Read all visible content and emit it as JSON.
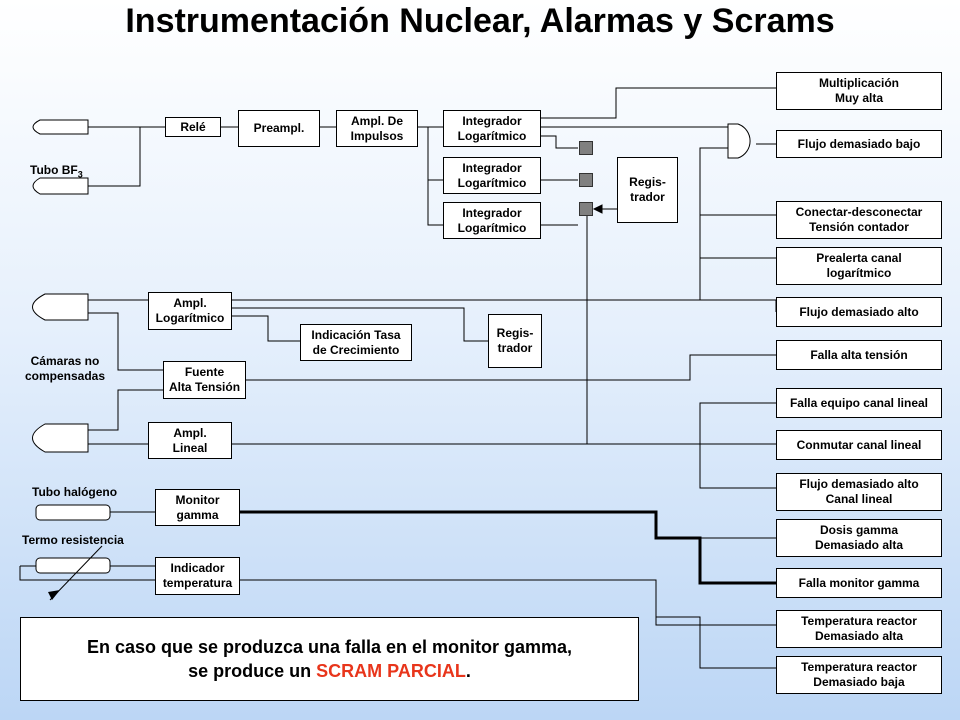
{
  "title": "Instrumentación Nuclear, Alarmas y Scrams",
  "labels": {
    "tube_bf3": "Tubo BF",
    "tube_bf3_sub": "3",
    "chambers": "Cámaras no\ncompensadas",
    "halogen": "Tubo halógeno",
    "thermo": "Termo resistencia"
  },
  "blocks": {
    "rele": "Relé",
    "preampl": "Preampl.",
    "ampl_impulsos": "Ampl. De\nImpulsos",
    "integrador_1": "Integrador\nLogarítmico",
    "integrador_2": "Integrador\nLogarítmico",
    "integrador_3": "Integrador\nLogarítmico",
    "registrador_1": "Regis-\ntrador",
    "ampl_log": "Ampl.\nLogarítmico",
    "indicacion_tasa": "Indicación Tasa\nde Crecimiento",
    "registrador_2": "Regis-\ntrador",
    "fuente": "Fuente\nAlta Tensión",
    "ampl_lineal": "Ampl.\nLineal",
    "monitor_gamma": "Monitor\ngamma",
    "indicador_temp": "Indicador\ntemperatura"
  },
  "alarms": [
    "Multiplicación\nMuy alta",
    "Flujo demasiado bajo",
    "Conectar-desconectar\nTensión contador",
    "Prealerta canal\nlogarítmico",
    "Flujo demasiado alto",
    "Falla alta tensión",
    "Falla equipo canal lineal",
    "Conmutar canal lineal",
    "Flujo demasiado alto\nCanal lineal",
    "Dosis gamma\nDemasiado alta",
    "Falla monitor gamma",
    "Temperatura reactor\nDemasiado alta",
    "Temperatura reactor\nDemasiado baja"
  ],
  "note": {
    "line1": "En caso que se produzca una falla en el monitor gamma,",
    "line2_pre": "se produce un ",
    "line2_red": "SCRAM PARCIAL",
    "line2_post": "."
  },
  "colors": {
    "accent_red": "#e8351b",
    "relay_square": "#808080"
  }
}
